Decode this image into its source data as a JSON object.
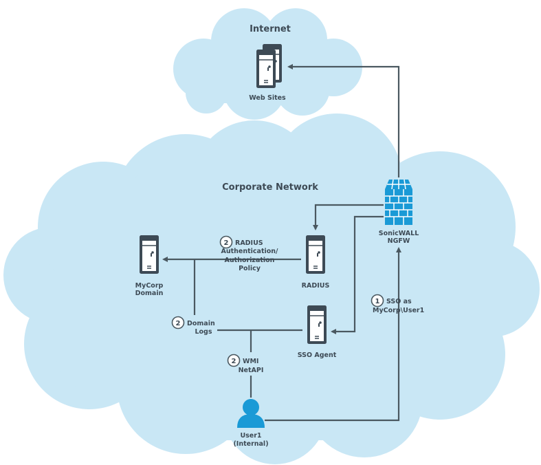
{
  "zones": {
    "internet": "Internet",
    "corporate": "Corporate Network"
  },
  "nodes": {
    "web_sites": "Web Sites",
    "firewall": [
      "SonicWALL",
      "NGFW"
    ],
    "radius": "RADIUS",
    "domain": [
      "MyCorp",
      "Domain"
    ],
    "sso_agent": "SSO Agent",
    "user": [
      "User1",
      "(Internal)"
    ]
  },
  "steps": {
    "sso": {
      "num": "1",
      "lines": [
        "SSO as",
        "MyCorp\\User1"
      ]
    },
    "radius_auth": {
      "num": "2",
      "lines": [
        "RADIUS",
        "Authentication/",
        "Authorization",
        "Policy"
      ]
    },
    "domain_logs": {
      "num": "2",
      "lines": [
        "Domain",
        "Logs"
      ]
    },
    "wmi": {
      "num": "2",
      "lines": [
        "WMI",
        "NetAPI"
      ]
    }
  },
  "colors": {
    "cloud": "#c9e7f5",
    "line": "#4a5860",
    "text": "#3d4a55",
    "accent": "#1a9ad6"
  }
}
